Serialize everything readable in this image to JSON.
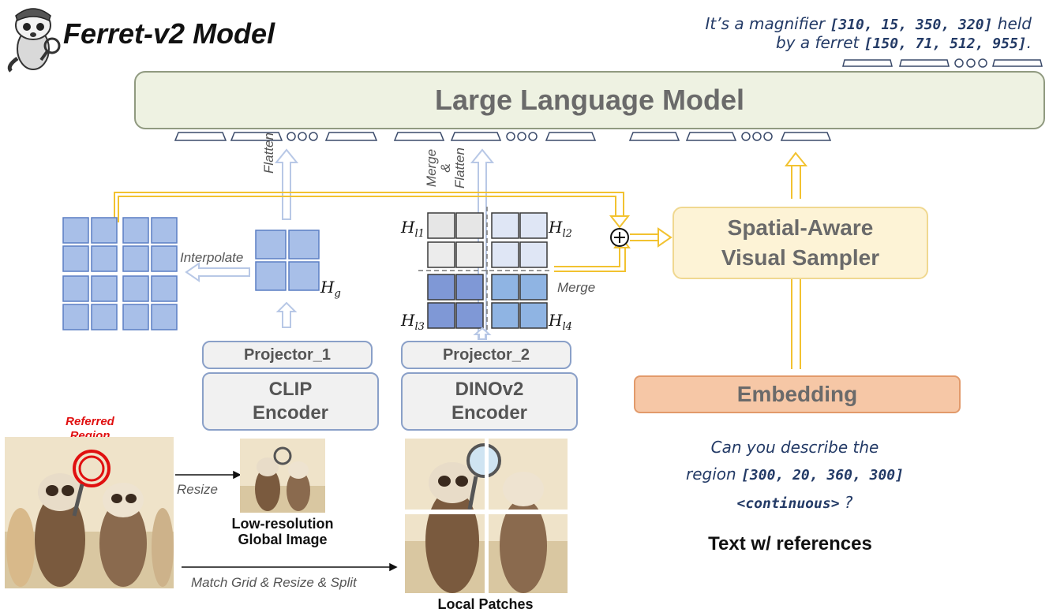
{
  "title": "Ferret-v2 Model",
  "output_text": {
    "line1_prefix": "It’s a magnifier ",
    "line1_coords": "[310, 15, 350, 320]",
    "line1_suffix": " held",
    "line2_prefix": "by a ferret ",
    "line2_coords": "[150, 71, 512, 955]",
    "line2_suffix": "."
  },
  "llm_label": "Large Language Model",
  "labels": {
    "flatten": "Flatten",
    "merge_flatten_1": "Merge",
    "merge_flatten_2": "&",
    "merge_flatten_3": "Flatten",
    "interpolate": "Interpolate",
    "merge": "Merge",
    "resize": "Resize",
    "match_grid": "Match Grid & Resize & Split",
    "referred_region_1": "Referred",
    "referred_region_2": "Region",
    "low_res_1": "Low-resolution",
    "low_res_2": "Global Image",
    "local_patches": "Local Patches",
    "text_refs": "Text w/ references"
  },
  "math": {
    "hg_base": "H",
    "hg_sub": "g",
    "hl1_base": "H",
    "hl1_sub": "l1",
    "hl2_base": "H",
    "hl2_sub": "l2",
    "hl3_base": "H",
    "hl3_sub": "l3",
    "hl4_base": "H",
    "hl4_sub": "l4"
  },
  "boxes": {
    "projector1": "Projector_1",
    "projector2": "Projector_2",
    "clip_1": "CLIP",
    "clip_2": "Encoder",
    "dino_1": "DINOv2",
    "dino_2": "Encoder",
    "sampler_1": "Spatial-Aware",
    "sampler_2": "Visual Sampler",
    "embedding": "Embedding"
  },
  "question": {
    "line1": "Can you describe the",
    "line2_prefix": "region ",
    "line2_coords": "[300, 20, 360, 300]",
    "line3_tag": "<continuous>",
    "line3_suffix": " ?"
  },
  "colors": {
    "arrow_yellow": "#f2c230",
    "arrow_blue": "#b8c8e6",
    "grid_blue": "#a8bfe8",
    "grid_dark": "#8ea6dd",
    "grid_light": "#dfe6f5",
    "sampler_fill": "#fdf3d6",
    "embedding_fill": "#f6c7a6",
    "llm_fill": "#eef2e2",
    "referred_red": "#e01010"
  }
}
